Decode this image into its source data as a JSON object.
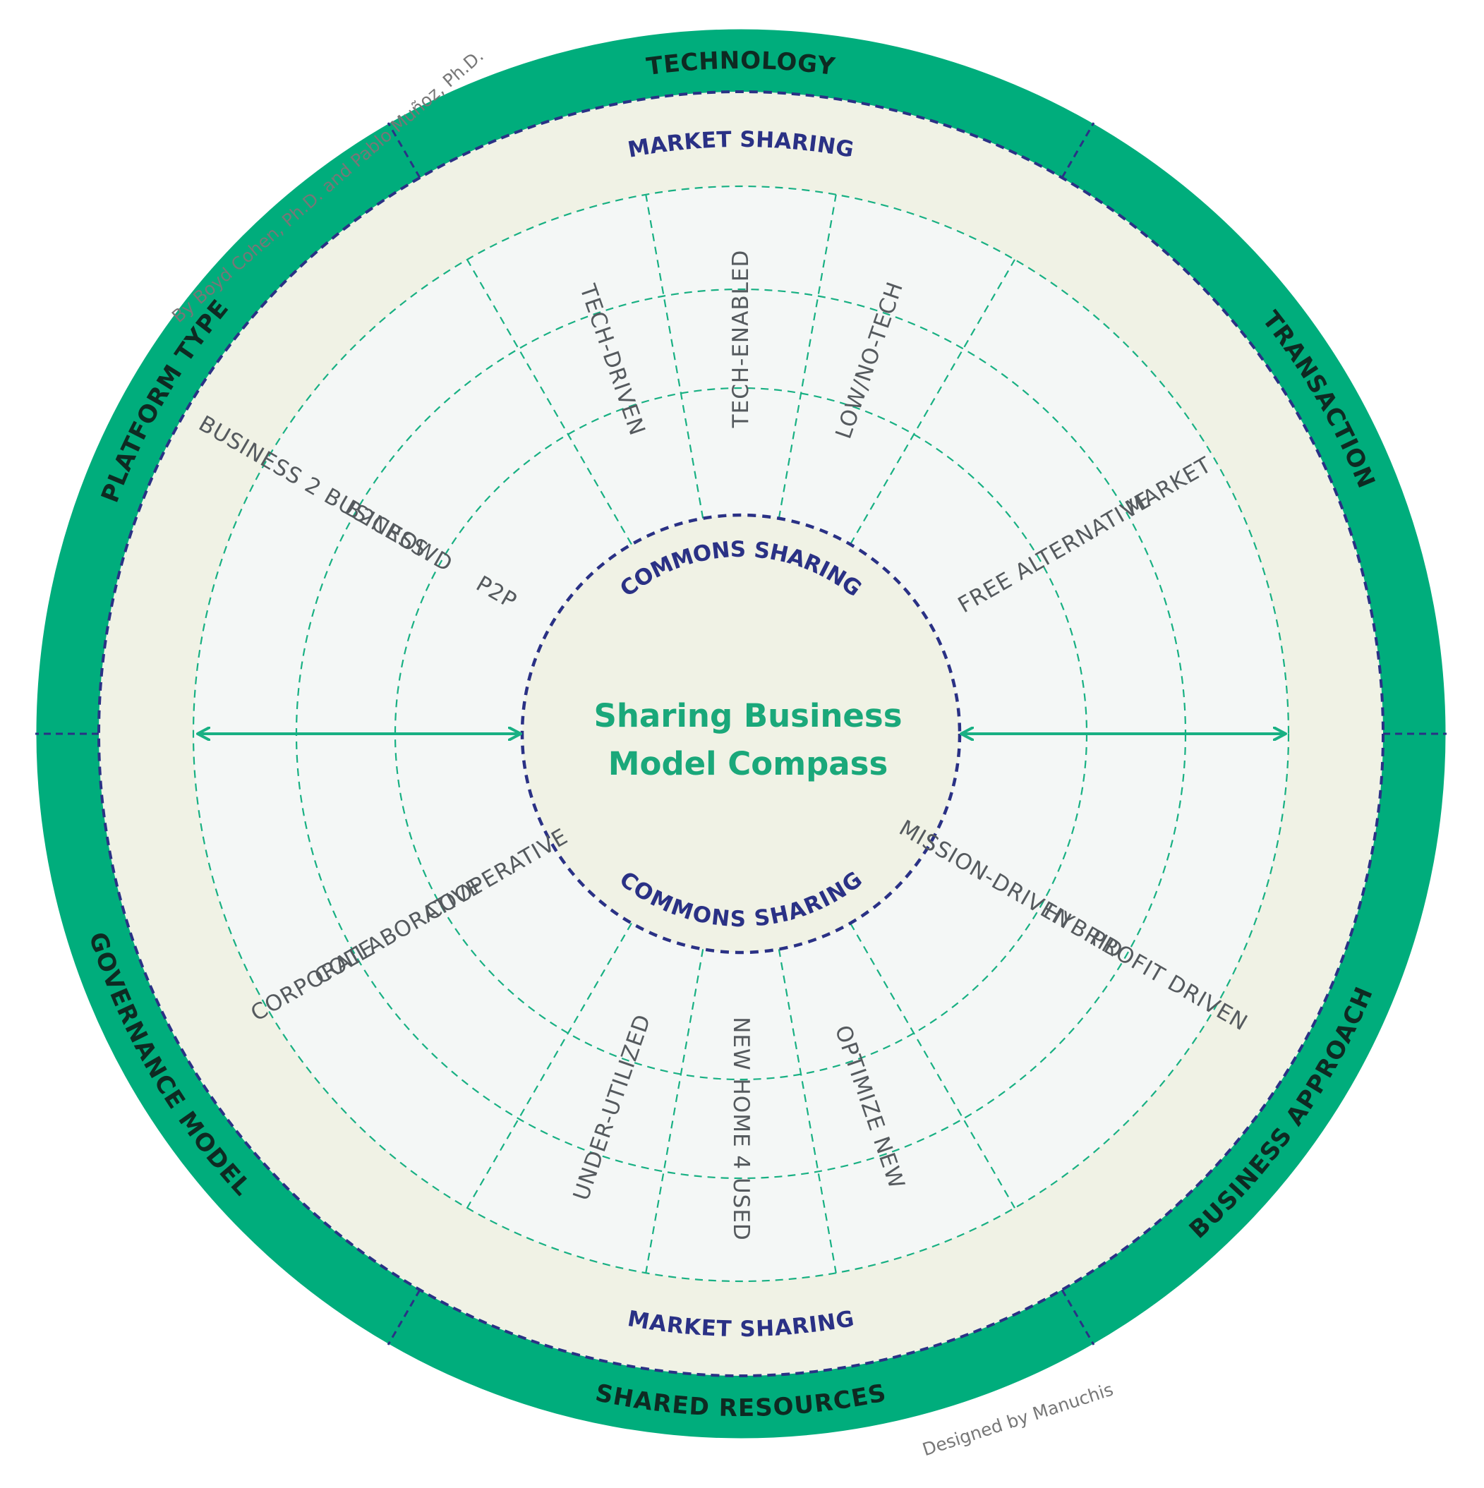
{
  "title": {
    "line1": "Sharing Business",
    "line2": "Model Compass"
  },
  "credits": {
    "authors": "By Boyd Cohen, Ph.D. and Pablo Muñoz, Ph.D.",
    "designer": "Designed by Manuchis"
  },
  "categories": {
    "technology": "TECHNOLOGY",
    "transaction": "TRANSACTION",
    "business_approach": "BUSINESS APPROACH",
    "shared_resources": "SHARED RESOURCES",
    "governance_model": "GOVERNANCE MODEL",
    "platform_type": "PLATFORM TYPE"
  },
  "sharing_labels": {
    "market_top": "MARKET SHARING",
    "market_bottom": "MARKET SHARING",
    "commons_top": "COMMONS SHARING",
    "commons_bottom": "COMMONS SHARING"
  },
  "options": {
    "technology": [
      "TECH-DRIVEN",
      "TECH-ENABLED",
      "LOW/NO-TECH"
    ],
    "transaction": [
      "MARKET",
      "ALTERNATIVE",
      "FREE"
    ],
    "business_approach": [
      "PROFIT DRIVEN",
      "HYBRID",
      "MISSION-DRIVEN"
    ],
    "shared_resources": [
      "UNDER-UTILIZED",
      "NEW HOME 4 USED",
      "OPTIMIZE NEW"
    ],
    "governance_model": [
      "CORPORATE",
      "COLLABORATIVE",
      "COOPERATIVE"
    ],
    "platform_type": [
      "BUSINESS 2 BUSINESS",
      "B2CROWD",
      "P2P"
    ]
  },
  "colors": {
    "ring_green": "#00ad7c",
    "band_cream": "#f0f2e5",
    "panel_light": "#f4f7f6",
    "navy_dash": "#2a3185",
    "teal_dash": "#18b083",
    "arrow_green": "#18b083"
  }
}
